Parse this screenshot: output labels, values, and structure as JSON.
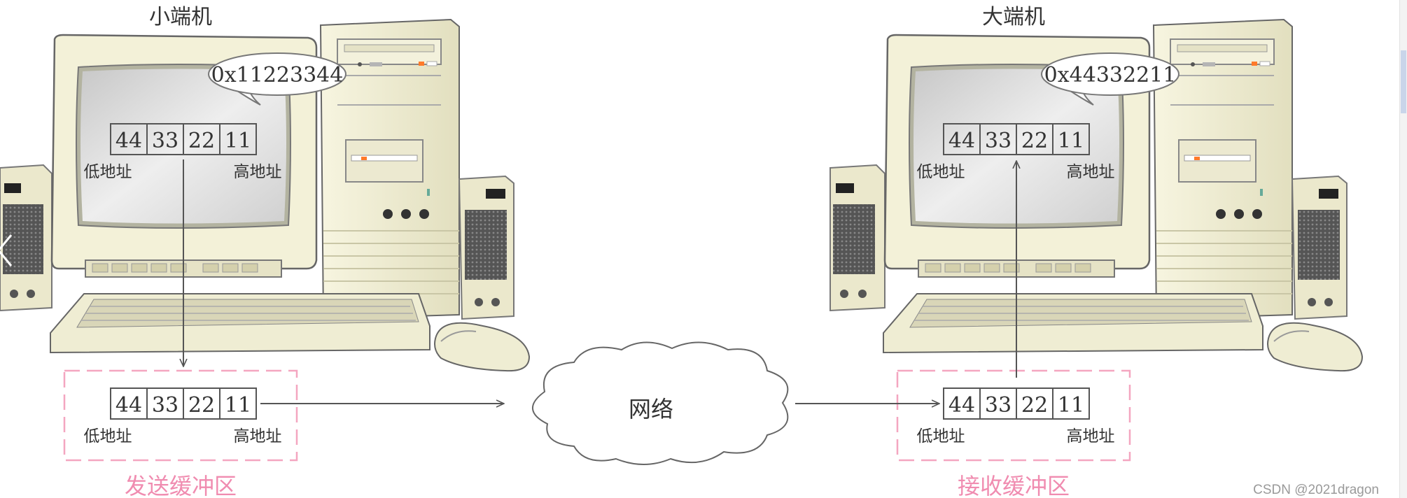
{
  "little_endian": {
    "title": "小端机",
    "value_label": "0x11223344",
    "screen_bytes": [
      "44",
      "33",
      "22",
      "11"
    ],
    "screen_low": "低地址",
    "screen_high": "高地址"
  },
  "big_endian": {
    "title": "大端机",
    "value_label": "0x44332211",
    "screen_bytes": [
      "44",
      "33",
      "22",
      "11"
    ],
    "screen_low": "低地址",
    "screen_high": "高地址"
  },
  "send_buffer": {
    "label": "发送缓冲区",
    "bytes": [
      "44",
      "33",
      "22",
      "11"
    ],
    "low": "低地址",
    "high": "高地址"
  },
  "recv_buffer": {
    "label": "接收缓冲区",
    "bytes": [
      "44",
      "33",
      "22",
      "11"
    ],
    "low": "低地址",
    "high": "高地址"
  },
  "network": {
    "label": "网络"
  },
  "watermark": "CSDN @2021dragon",
  "colors": {
    "buffer_border": "#f4a6c0",
    "buffer_label": "#f08cb0",
    "computer_body": "#f1efd4",
    "screen": "#dcdcdc",
    "arrow": "#555555"
  },
  "icons": [
    "computer-icon",
    "speaker-icon",
    "keyboard-icon",
    "mouse-icon",
    "cloud-icon",
    "chevron-left-icon"
  ]
}
